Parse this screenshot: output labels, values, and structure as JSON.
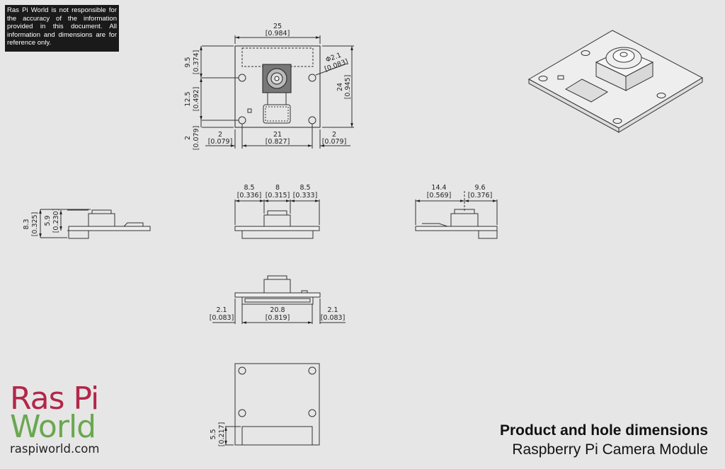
{
  "disclaimer": "Ras Pi World is not responsible for the accuracy of the information provided in this document. All information and dimensions are for reference only.",
  "logo": {
    "line1": "Ras Pi",
    "line2": "World",
    "url": "raspiworld.com",
    "colors": {
      "ras_pi": "#b3264a",
      "world": "#6aa84f"
    }
  },
  "title": {
    "main": "Product and hole dimensions",
    "subtitle": "Raspberry Pi Camera Module"
  },
  "views": {
    "top": {
      "width": {
        "mm": "25",
        "in": "[0.984]"
      },
      "height": {
        "mm": "24",
        "in": "[0.945]"
      },
      "hole_diameter": {
        "mm": "Φ2.1",
        "in": "[0.083]"
      },
      "top_to_hole": {
        "mm": "9.5",
        "in": "[0.374]"
      },
      "hole_spacing_v": {
        "mm": "12.5",
        "in": "[0.492]"
      },
      "hole_to_bottom": {
        "mm": "2",
        "in": "[0.079]"
      },
      "left_edge_to_hole": {
        "mm": "2",
        "in": "[0.079]"
      },
      "hole_spacing_h": {
        "mm": "21",
        "in": "[0.827]"
      },
      "right_hole_to_edge": {
        "mm": "2",
        "in": "[0.079]"
      }
    },
    "side_left": {
      "total_height": {
        "mm": "8.3",
        "in": "[0.325]"
      },
      "lens_height": {
        "mm": "5.9",
        "in": "[0.230]"
      }
    },
    "front": {
      "left": {
        "mm": "8.5",
        "in": "[0.336]"
      },
      "center": {
        "mm": "8",
        "in": "[0.315]"
      },
      "right": {
        "mm": "8.5",
        "in": "[0.333]"
      }
    },
    "side_right": {
      "left": {
        "mm": "14.4",
        "in": "[0.569]"
      },
      "right": {
        "mm": "9.6",
        "in": "[0.376]"
      }
    },
    "connector": {
      "left": {
        "mm": "2.1",
        "in": "[0.083]"
      },
      "center": {
        "mm": "20.8",
        "in": "[0.819]"
      },
      "right": {
        "mm": "2.1",
        "in": "[0.083]"
      }
    },
    "bottom": {
      "connector_height": {
        "mm": "5.5",
        "in": "[0.217]"
      }
    }
  }
}
